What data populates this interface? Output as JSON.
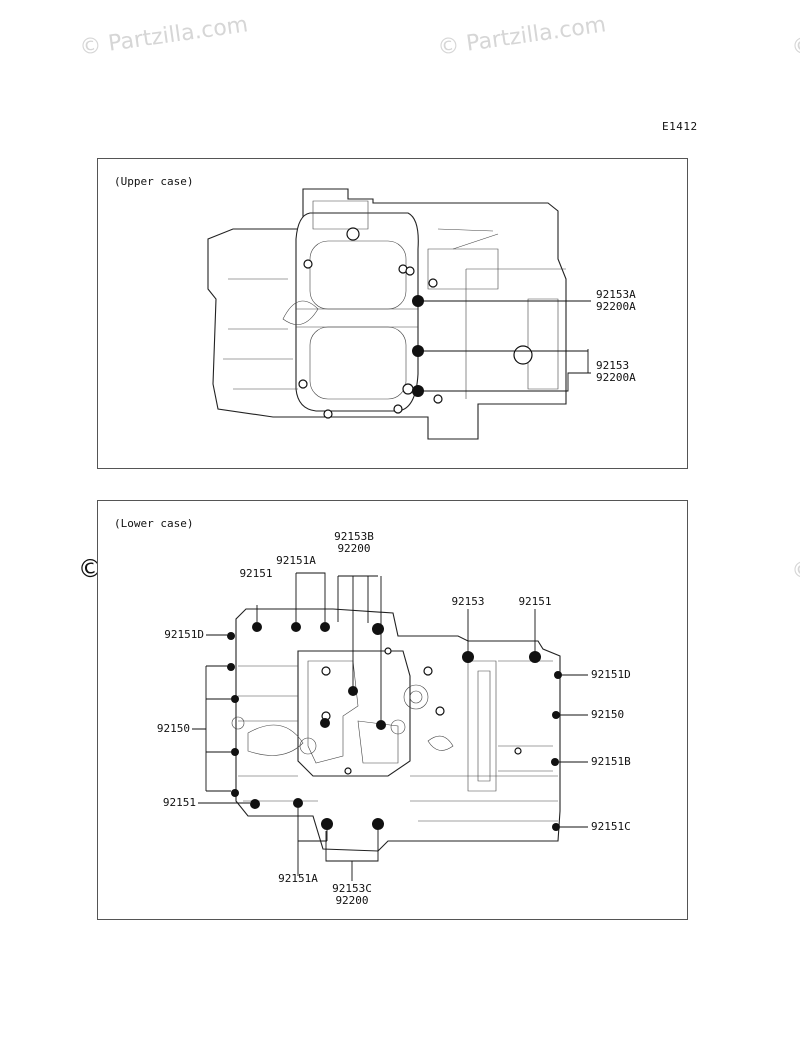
{
  "watermark": {
    "text": "© Partzilla.com"
  },
  "diagram_code": "E1412",
  "upper": {
    "title": "(Upper case)",
    "labels": [
      {
        "id": "u1",
        "lines": [
          "92153A",
          "92200A"
        ]
      },
      {
        "id": "u2",
        "lines": [
          "92153",
          "92200A"
        ]
      }
    ]
  },
  "lower": {
    "title": "(Lower case)",
    "labels": [
      {
        "id": "l-92153B",
        "lines": [
          "92153B",
          "92200"
        ]
      },
      {
        "id": "l-92151A-top",
        "lines": [
          "92151A"
        ]
      },
      {
        "id": "l-92151-top",
        "lines": [
          "92151"
        ]
      },
      {
        "id": "l-92151D-left",
        "lines": [
          "92151D"
        ]
      },
      {
        "id": "l-92150-left",
        "lines": [
          "92150"
        ]
      },
      {
        "id": "l-92151-left",
        "lines": [
          "92151"
        ]
      },
      {
        "id": "l-92151A-bottom",
        "lines": [
          "92151A"
        ]
      },
      {
        "id": "l-92153C",
        "lines": [
          "92153C",
          "92200"
        ]
      },
      {
        "id": "l-92153-top",
        "lines": [
          "92153"
        ]
      },
      {
        "id": "l-92151-topright",
        "lines": [
          "92151"
        ]
      },
      {
        "id": "l-92151D-right",
        "lines": [
          "92151D"
        ]
      },
      {
        "id": "l-92150-right",
        "lines": [
          "92150"
        ]
      },
      {
        "id": "l-92151B",
        "lines": [
          "92151B"
        ]
      },
      {
        "id": "l-92151C",
        "lines": [
          "92151C"
        ]
      }
    ]
  }
}
